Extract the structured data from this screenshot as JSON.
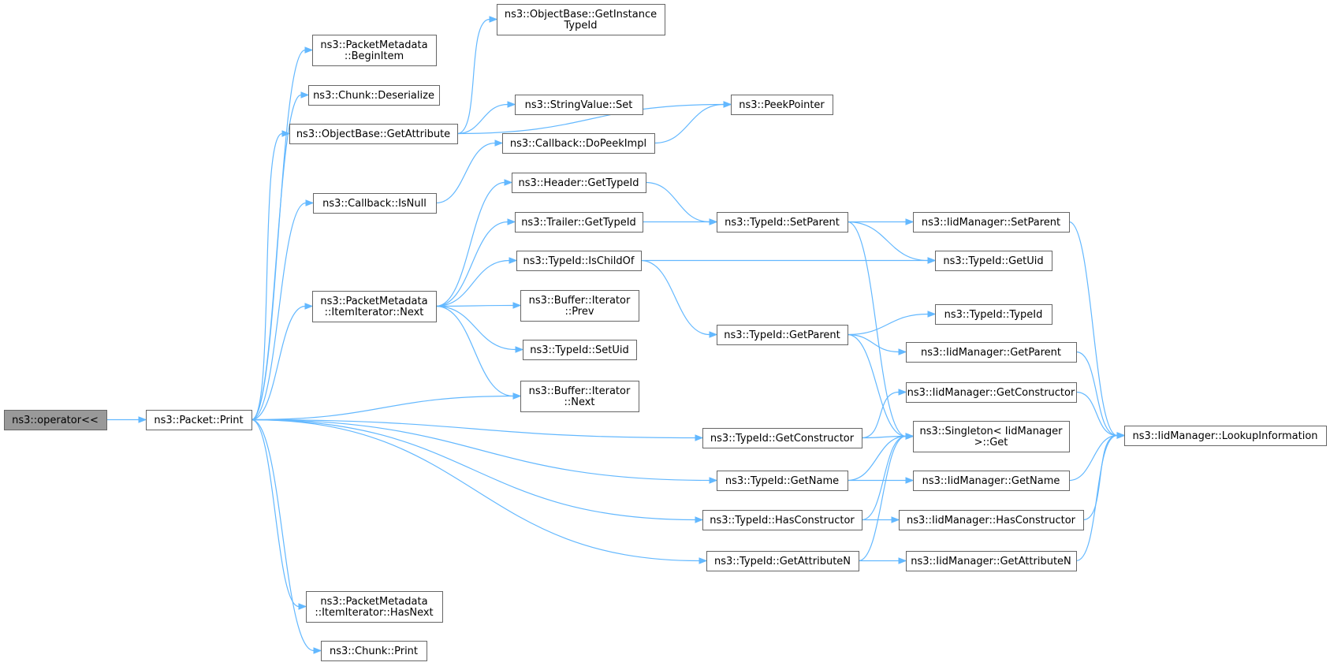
{
  "nodes": [
    {
      "id": "op",
      "lines": [
        "ns3::operator<<"
      ]
    },
    {
      "id": "print",
      "lines": [
        "ns3::Packet::Print"
      ]
    },
    {
      "id": "beginitem",
      "lines": [
        "ns3::PacketMetadata",
        "::BeginItem"
      ]
    },
    {
      "id": "deserialize",
      "lines": [
        "ns3::Chunk::Deserialize"
      ]
    },
    {
      "id": "getattribute",
      "lines": [
        "ns3::ObjectBase::GetAttribute"
      ]
    },
    {
      "id": "isnull",
      "lines": [
        "ns3::Callback::IsNull"
      ]
    },
    {
      "id": "iternext",
      "lines": [
        "ns3::PacketMetadata",
        "::ItemIterator::Next"
      ]
    },
    {
      "id": "hasnext",
      "lines": [
        "ns3::PacketMetadata",
        "::ItemIterator::HasNext"
      ]
    },
    {
      "id": "chunkprint",
      "lines": [
        "ns3::Chunk::Print"
      ]
    },
    {
      "id": "getinstancetypeid",
      "lines": [
        "ns3::ObjectBase::GetInstance",
        "TypeId"
      ]
    },
    {
      "id": "stringset",
      "lines": [
        "ns3::StringValue::Set"
      ]
    },
    {
      "id": "dopeekimpl",
      "lines": [
        "ns3::Callback::DoPeekImpl"
      ]
    },
    {
      "id": "headergettypeid",
      "lines": [
        "ns3::Header::GetTypeId"
      ]
    },
    {
      "id": "trailergettypeid",
      "lines": [
        "ns3::Trailer::GetTypeId"
      ]
    },
    {
      "id": "ischildof",
      "lines": [
        "ns3::TypeId::IsChildOf"
      ]
    },
    {
      "id": "bufprev",
      "lines": [
        "ns3::Buffer::Iterator",
        "::Prev"
      ]
    },
    {
      "id": "setuid",
      "lines": [
        "ns3::TypeId::SetUid"
      ]
    },
    {
      "id": "bufnext",
      "lines": [
        "ns3::Buffer::Iterator",
        "::Next"
      ]
    },
    {
      "id": "getconstructor",
      "lines": [
        "ns3::TypeId::GetConstructor"
      ]
    },
    {
      "id": "getname",
      "lines": [
        "ns3::TypeId::GetName"
      ]
    },
    {
      "id": "hasconstructor",
      "lines": [
        "ns3::TypeId::HasConstructor"
      ]
    },
    {
      "id": "getattributen",
      "lines": [
        "ns3::TypeId::GetAttributeN"
      ]
    },
    {
      "id": "peekpointer",
      "lines": [
        "ns3::PeekPointer"
      ]
    },
    {
      "id": "setparent",
      "lines": [
        "ns3::TypeId::SetParent"
      ]
    },
    {
      "id": "getparent",
      "lines": [
        "ns3::TypeId::GetParent"
      ]
    },
    {
      "id": "iidsetparent",
      "lines": [
        "ns3::IidManager::SetParent"
      ]
    },
    {
      "id": "getuid",
      "lines": [
        "ns3::TypeId::GetUid"
      ]
    },
    {
      "id": "typeidctor",
      "lines": [
        "ns3::TypeId::TypeId"
      ]
    },
    {
      "id": "iidgetparent",
      "lines": [
        "ns3::IidManager::GetParent"
      ]
    },
    {
      "id": "iidgetconstructor",
      "lines": [
        "ns3::IidManager::GetConstructor"
      ]
    },
    {
      "id": "singletonget",
      "lines": [
        "ns3::Singleton< IidManager",
        ">::Get"
      ]
    },
    {
      "id": "iidgetname",
      "lines": [
        "ns3::IidManager::GetName"
      ]
    },
    {
      "id": "iidhasconstructor",
      "lines": [
        "ns3::IidManager::HasConstructor"
      ]
    },
    {
      "id": "iidgetattributen",
      "lines": [
        "ns3::IidManager::GetAttributeN"
      ]
    },
    {
      "id": "lookupinformation",
      "lines": [
        "ns3::IidManager::LookupInformation"
      ]
    }
  ],
  "edges": [
    [
      "op",
      "print"
    ],
    [
      "print",
      "beginitem"
    ],
    [
      "print",
      "deserialize"
    ],
    [
      "print",
      "getattribute"
    ],
    [
      "print",
      "isnull"
    ],
    [
      "print",
      "iternext"
    ],
    [
      "print",
      "bufnext"
    ],
    [
      "print",
      "getconstructor"
    ],
    [
      "print",
      "getname"
    ],
    [
      "print",
      "hasconstructor"
    ],
    [
      "print",
      "getattributen"
    ],
    [
      "print",
      "hasnext"
    ],
    [
      "print",
      "chunkprint"
    ],
    [
      "getattribute",
      "getinstancetypeid"
    ],
    [
      "getattribute",
      "peekpointer"
    ],
    [
      "getattribute",
      "stringset"
    ],
    [
      "isnull",
      "dopeekimpl"
    ],
    [
      "dopeekimpl",
      "peekpointer"
    ],
    [
      "iternext",
      "headergettypeid"
    ],
    [
      "iternext",
      "trailergettypeid"
    ],
    [
      "iternext",
      "ischildof"
    ],
    [
      "iternext",
      "bufprev"
    ],
    [
      "iternext",
      "setuid"
    ],
    [
      "iternext",
      "bufnext"
    ],
    [
      "headergettypeid",
      "setparent"
    ],
    [
      "trailergettypeid",
      "setparent"
    ],
    [
      "ischildof",
      "getuid"
    ],
    [
      "ischildof",
      "getparent"
    ],
    [
      "setparent",
      "iidsetparent"
    ],
    [
      "setparent",
      "getuid"
    ],
    [
      "setparent",
      "singletonget"
    ],
    [
      "iidsetparent",
      "lookupinformation"
    ],
    [
      "getparent",
      "typeidctor"
    ],
    [
      "getparent",
      "iidgetparent"
    ],
    [
      "getparent",
      "singletonget"
    ],
    [
      "iidgetparent",
      "lookupinformation"
    ],
    [
      "getconstructor",
      "iidgetconstructor"
    ],
    [
      "getconstructor",
      "singletonget"
    ],
    [
      "iidgetconstructor",
      "lookupinformation"
    ],
    [
      "getname",
      "singletonget"
    ],
    [
      "getname",
      "iidgetname"
    ],
    [
      "iidgetname",
      "lookupinformation"
    ],
    [
      "hasconstructor",
      "singletonget"
    ],
    [
      "hasconstructor",
      "iidhasconstructor"
    ],
    [
      "iidhasconstructor",
      "lookupinformation"
    ],
    [
      "getattributen",
      "singletonget"
    ],
    [
      "getattributen",
      "iidgetattributen"
    ],
    [
      "iidgetattributen",
      "lookupinformation"
    ]
  ],
  "colors": {
    "edge": "#63b8ff",
    "root_fill": "#999999",
    "node_fill": "#ffffff",
    "node_border": "#666666"
  }
}
